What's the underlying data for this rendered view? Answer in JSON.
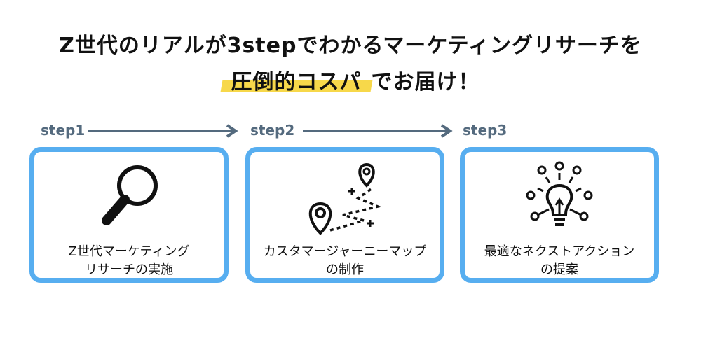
{
  "headline": {
    "line1": "Z世代のリアルが3stepでわかるマーケティングリサーチを",
    "line2_highlight": "圧倒的コスパ",
    "line2_rest": "でお届け！"
  },
  "colors": {
    "accent_blue": "#57aef0",
    "highlight_yellow": "#f7d84a",
    "step_gray": "#546a7e"
  },
  "steps": [
    {
      "label": "step1",
      "icon": "magnifier-icon",
      "caption_line1": "Z世代マーケティング",
      "caption_line2": "リサーチの実施"
    },
    {
      "label": "step2",
      "icon": "route-map-icon",
      "caption_line1": "カスタマージャーニーマップ",
      "caption_line2": "の制作"
    },
    {
      "label": "step3",
      "icon": "lightbulb-idea-icon",
      "caption_line1": "最適なネクストアクション",
      "caption_line2": "の提案"
    }
  ]
}
